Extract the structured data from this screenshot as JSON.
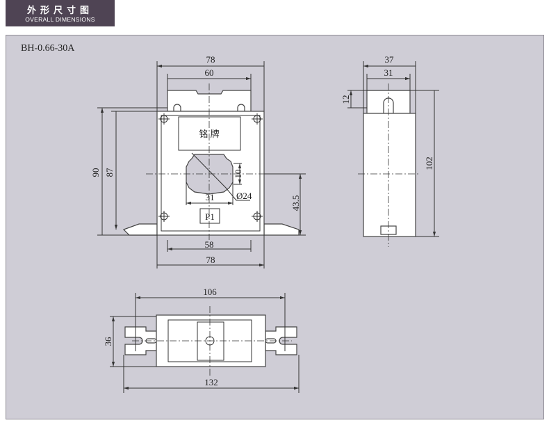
{
  "header": {
    "title": "外形尺寸图",
    "subtitle": "OVERALL DIMENSIONS"
  },
  "model": "BH-0.66-30A",
  "front_view": {
    "nameplate_label": "铭 牌",
    "terminal_label": "P1",
    "dims": {
      "width_outer_top": "78",
      "width_tab": "60",
      "height_total": "90",
      "height_body": "87",
      "window_step": "10",
      "window_diameter": "Ø24",
      "window_width": "31",
      "center_height": "43.5",
      "hole_spacing": "58",
      "width_outer_bottom": "78"
    }
  },
  "side_view": {
    "dims": {
      "depth_outer": "37",
      "depth_tab": "31",
      "tab_height": "12",
      "height_total": "102"
    }
  },
  "bottom_view": {
    "dims": {
      "mount_spacing": "106",
      "width": "36",
      "length_total": "132"
    }
  }
}
